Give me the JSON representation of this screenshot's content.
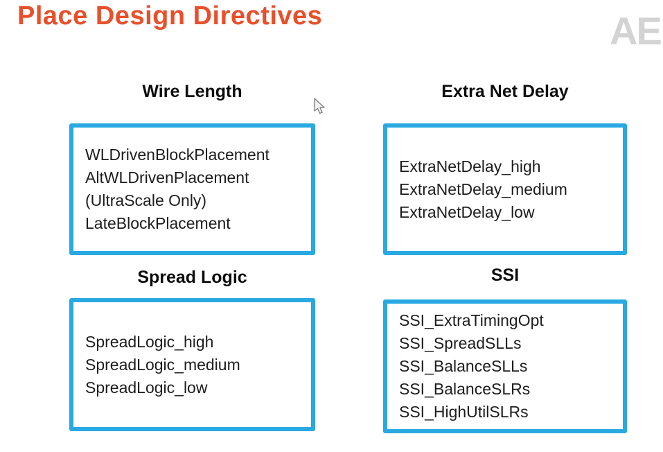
{
  "page": {
    "title": "Place Design Directives",
    "logo_text": "AE"
  },
  "colors": {
    "title_red": "#e8502b",
    "box_border_cyan": "#29a9e2",
    "logo_gray": "#d3d3d3",
    "body_text": "#1d1d1d"
  },
  "groups": [
    {
      "heading": "Wire Length",
      "items": [
        "WLDrivenBlockPlacement",
        "AltWLDrivenPlacement",
        "(UltraScale Only)",
        "LateBlockPlacement"
      ]
    },
    {
      "heading": "Extra Net Delay",
      "items": [
        "ExtraNetDelay_high",
        "ExtraNetDelay_medium",
        "ExtraNetDelay_low"
      ]
    },
    {
      "heading": "Spread Logic",
      "items": [
        "SpreadLogic_high",
        "SpreadLogic_medium",
        "SpreadLogic_low"
      ]
    },
    {
      "heading": "SSI",
      "items": [
        "SSI_ExtraTimingOpt",
        "SSI_SpreadSLLs",
        "SSI_BalanceSLLs",
        "SSI_BalanceSLRs",
        "SSI_HighUtilSLRs"
      ]
    }
  ]
}
